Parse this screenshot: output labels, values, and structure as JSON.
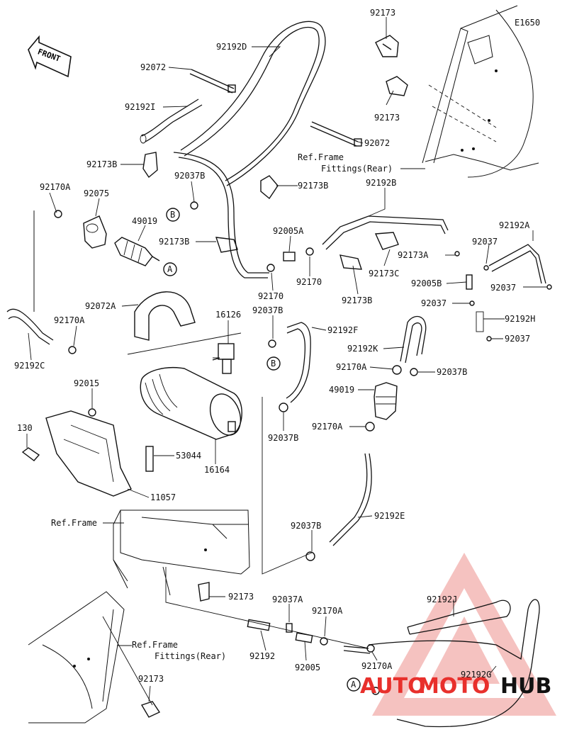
{
  "diagram_code": "E1650",
  "front_badge": "FRONT",
  "circle_markers": {
    "a": "A",
    "b": "B"
  },
  "watermark": {
    "part1": "AUTO",
    "part2": "MOTO",
    "part3": "HUB",
    "color_red": "#e8302c",
    "color_dark": "#111111"
  },
  "labels": {
    "l92173_top": "92173",
    "l92192D": "92192D",
    "l92072_top": "92072",
    "l92173_mid": "92173",
    "l92192I": "92192I",
    "l92072_right": "92072",
    "l92173B_1": "92173B",
    "l92037B_1": "92037B",
    "l92173B_2": "92173B",
    "ref_frame_fittings_1a": "Ref.Frame",
    "ref_frame_fittings_1b": "Fittings(Rear)",
    "l92170A_1": "92170A",
    "l92075": "92075",
    "l92192B": "92192B",
    "l49019_1": "49019",
    "l92005A": "92005A",
    "l92192A": "92192A",
    "l92173B_3": "92173B",
    "l92037_1": "92037",
    "l92173A": "92173A",
    "l92005B": "92005B",
    "l92170_1": "92170",
    "l92170_2": "92170",
    "l92173C": "92173C",
    "l92037_2": "92037",
    "l92072A": "92072A",
    "l92173B_4": "92173B",
    "l92037_3": "92037",
    "l16126": "16126",
    "l92037B_2": "92037B",
    "l92192H": "92192H",
    "l92170A_2": "92170A",
    "l92192F": "92192F",
    "l92037_4": "92037",
    "l92192C": "92192C",
    "l92192K": "92192K",
    "l92170A_3": "92170A",
    "l92037B_3": "92037B",
    "l92015": "92015",
    "l49019_2": "49019",
    "l130": "130",
    "l92170A_4": "92170A",
    "l92037B_4": "92037B",
    "l53044": "53044",
    "l16164": "16164",
    "l11057": "11057",
    "ref_frame_2": "Ref.Frame",
    "l92192E": "92192E",
    "l92037B_5": "92037B",
    "l92173_low": "92173",
    "l92037A": "92037A",
    "l92170A_5": "92170A",
    "l92192J": "92192J",
    "ref_frame_fittings_2a": "Ref.Frame",
    "ref_frame_fittings_2b": "Fittings(Rear)",
    "l92192": "92192",
    "l92005": "92005",
    "l92170A_6": "92170A",
    "l92192G": "92192G",
    "l92173_bottom": "92173"
  }
}
